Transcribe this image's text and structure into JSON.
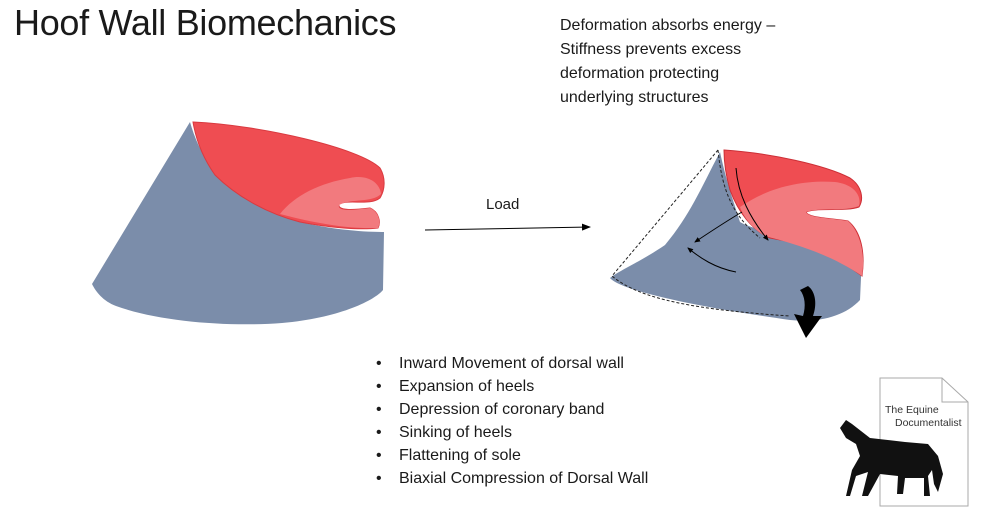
{
  "title": "Hoof Wall Biomechanics",
  "note_lines": [
    "Deformation absorbs energy –",
    "Stiffness prevents excess",
    "deformation protecting",
    "underlying structures"
  ],
  "arrow_label": "Load",
  "bullets": [
    "Inward Movement of dorsal wall",
    "Expansion of heels",
    "Depression of coronary band",
    "Sinking of heels",
    "Flattening of sole",
    "Biaxial Compression of Dorsal Wall"
  ],
  "logo": {
    "line1": "The Equine",
    "line2": "Documentalist"
  },
  "colors": {
    "hoof_wall": "#7b8daa",
    "coronary_dark": "#ef4d52",
    "coronary_light": "#f27a7e",
    "ink": "#000000"
  }
}
